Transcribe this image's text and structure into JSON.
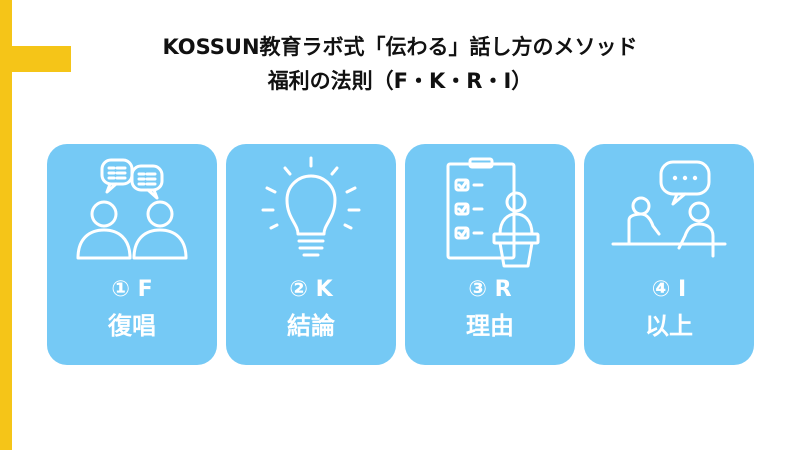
{
  "title": {
    "line1": "KOSSUN教育ラボ式「伝わる」話し方のメソッド",
    "line2": "福利の法則（F・K・R・I）"
  },
  "colors": {
    "accent": "#F5C518",
    "card": "#75C9F5",
    "text": "#111111",
    "card_text": "#ffffff"
  },
  "cards": [
    {
      "number": "① F",
      "label": "復唱",
      "icon": "two-people-chat-icon"
    },
    {
      "number": "② K",
      "label": "結論",
      "icon": "lightbulb-icon"
    },
    {
      "number": "③ R",
      "label": "理由",
      "icon": "presenter-checklist-icon"
    },
    {
      "number": "④ I",
      "label": "以上",
      "icon": "people-talking-icon"
    }
  ]
}
